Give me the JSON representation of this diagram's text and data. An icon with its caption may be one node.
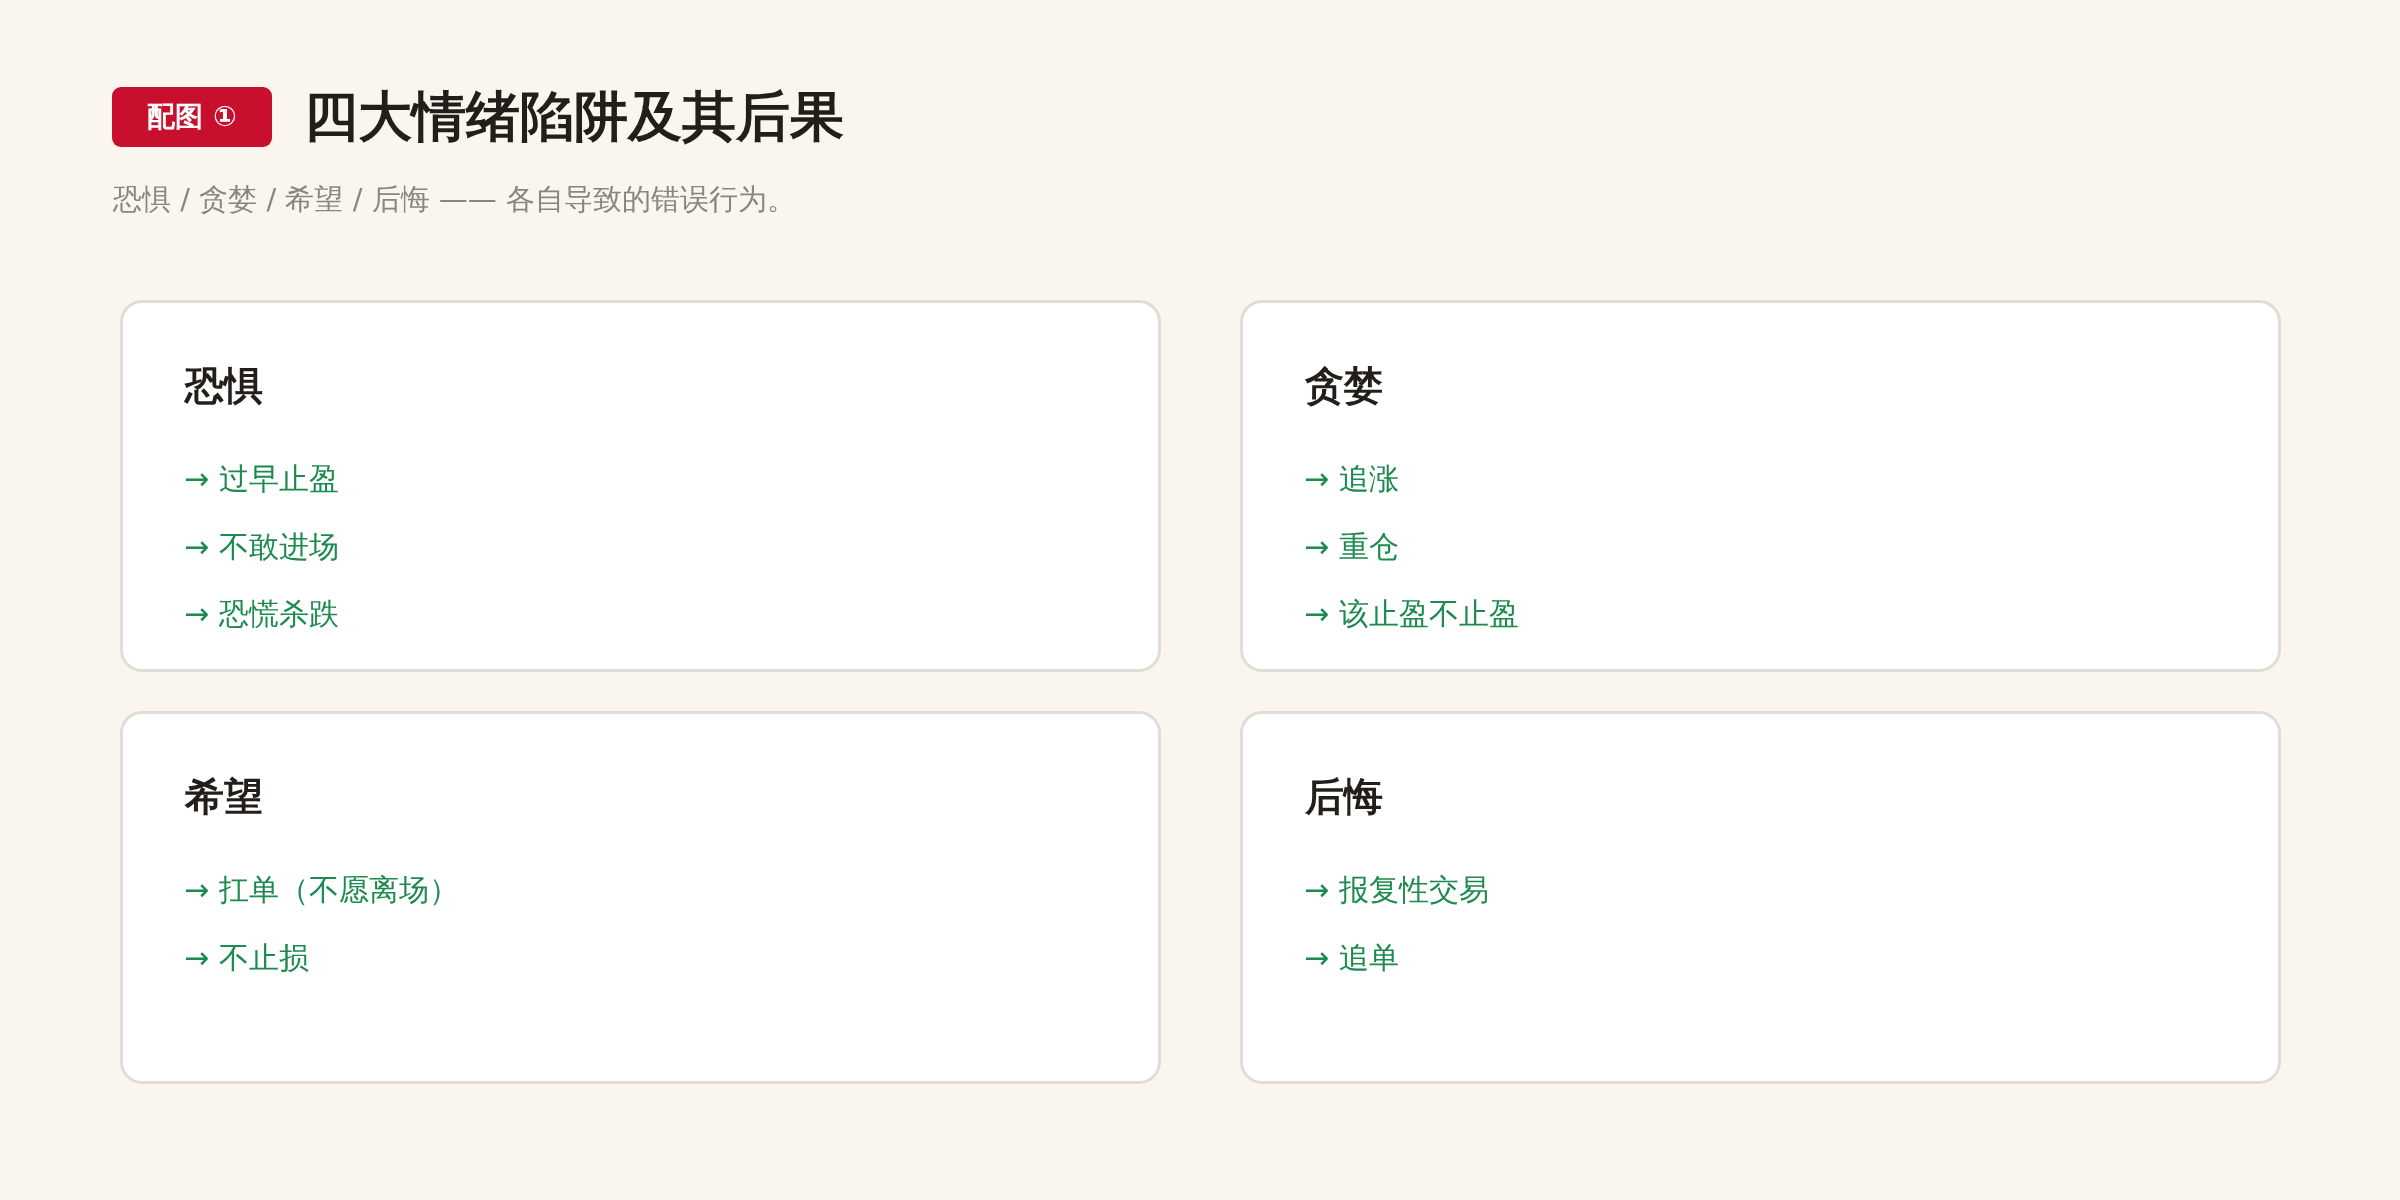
{
  "diagram": {
    "title": "四大情绪陷阱及其后果",
    "nodes": [
      {
        "text": [
          "恐惧",
          "→ 过早止盈",
          "→ 不敢进场",
          "→ 恐慌杀跌"
        ]
      },
      {
        "text": [
          "贪婪",
          "→ 追涨",
          "→ 重仓",
          "→ 该止盈不止盈"
        ]
      },
      {
        "text": [
          "希望",
          "→ 扛单（不愿离场）",
          "→ 不止损"
        ]
      },
      {
        "text": [
          "后悔",
          "→ 报复性交易",
          "→ 追单"
        ]
      }
    ],
    "labels": [
      "配图 ①",
      "恐惧 / 贪婪 / 希望 / 后悔 —— 各自导致的错误行为。"
    ]
  }
}
